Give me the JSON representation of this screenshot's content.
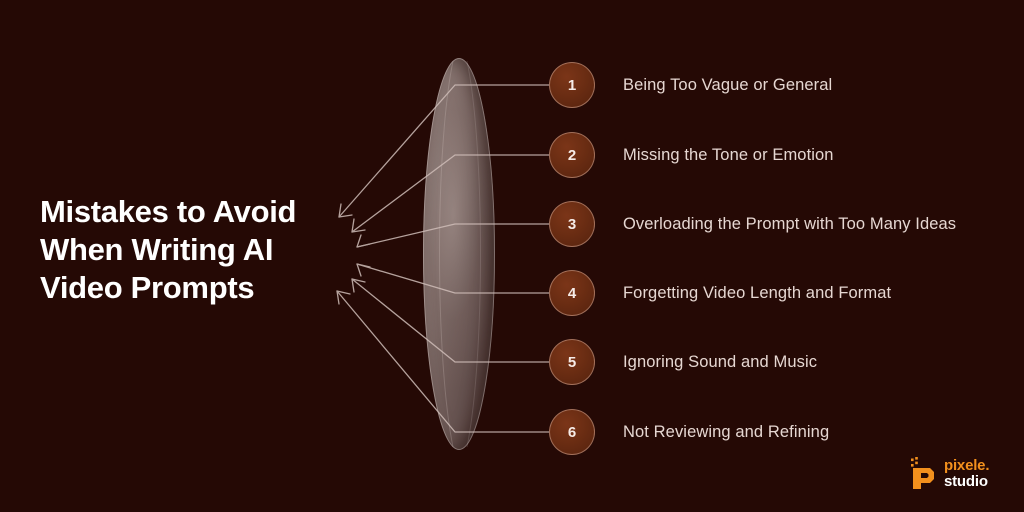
{
  "theme": {
    "background": "#250905",
    "title_color": "#ffffff",
    "item_text_color": "#e6d7d2",
    "circle_fill": "#6b2d13",
    "circle_border": "#d6aa96",
    "connector_color": "#cfbdb8",
    "ellipse_tint": "#8c7a76",
    "logo_orange": "#f3901d",
    "logo_white": "#ffffff"
  },
  "title": {
    "lines": [
      "Mistakes to Avoid",
      "When Writing AI",
      "Video Prompts"
    ],
    "full": "Mistakes to Avoid When Writing AI Video Prompts"
  },
  "items": [
    {
      "number": "1",
      "label": "Being Too Vague or General"
    },
    {
      "number": "2",
      "label": "Missing the Tone or Emotion"
    },
    {
      "number": "3",
      "label": "Overloading the Prompt with Too Many Ideas"
    },
    {
      "number": "4",
      "label": "Forgetting Video Length and Format"
    },
    {
      "number": "5",
      "label": "Ignoring Sound and Music"
    },
    {
      "number": "6",
      "label": "Not Reviewing and Refining"
    }
  ],
  "logo": {
    "mark": "pixelated-p-icon",
    "line1": "pixele.",
    "line2": "studio"
  }
}
